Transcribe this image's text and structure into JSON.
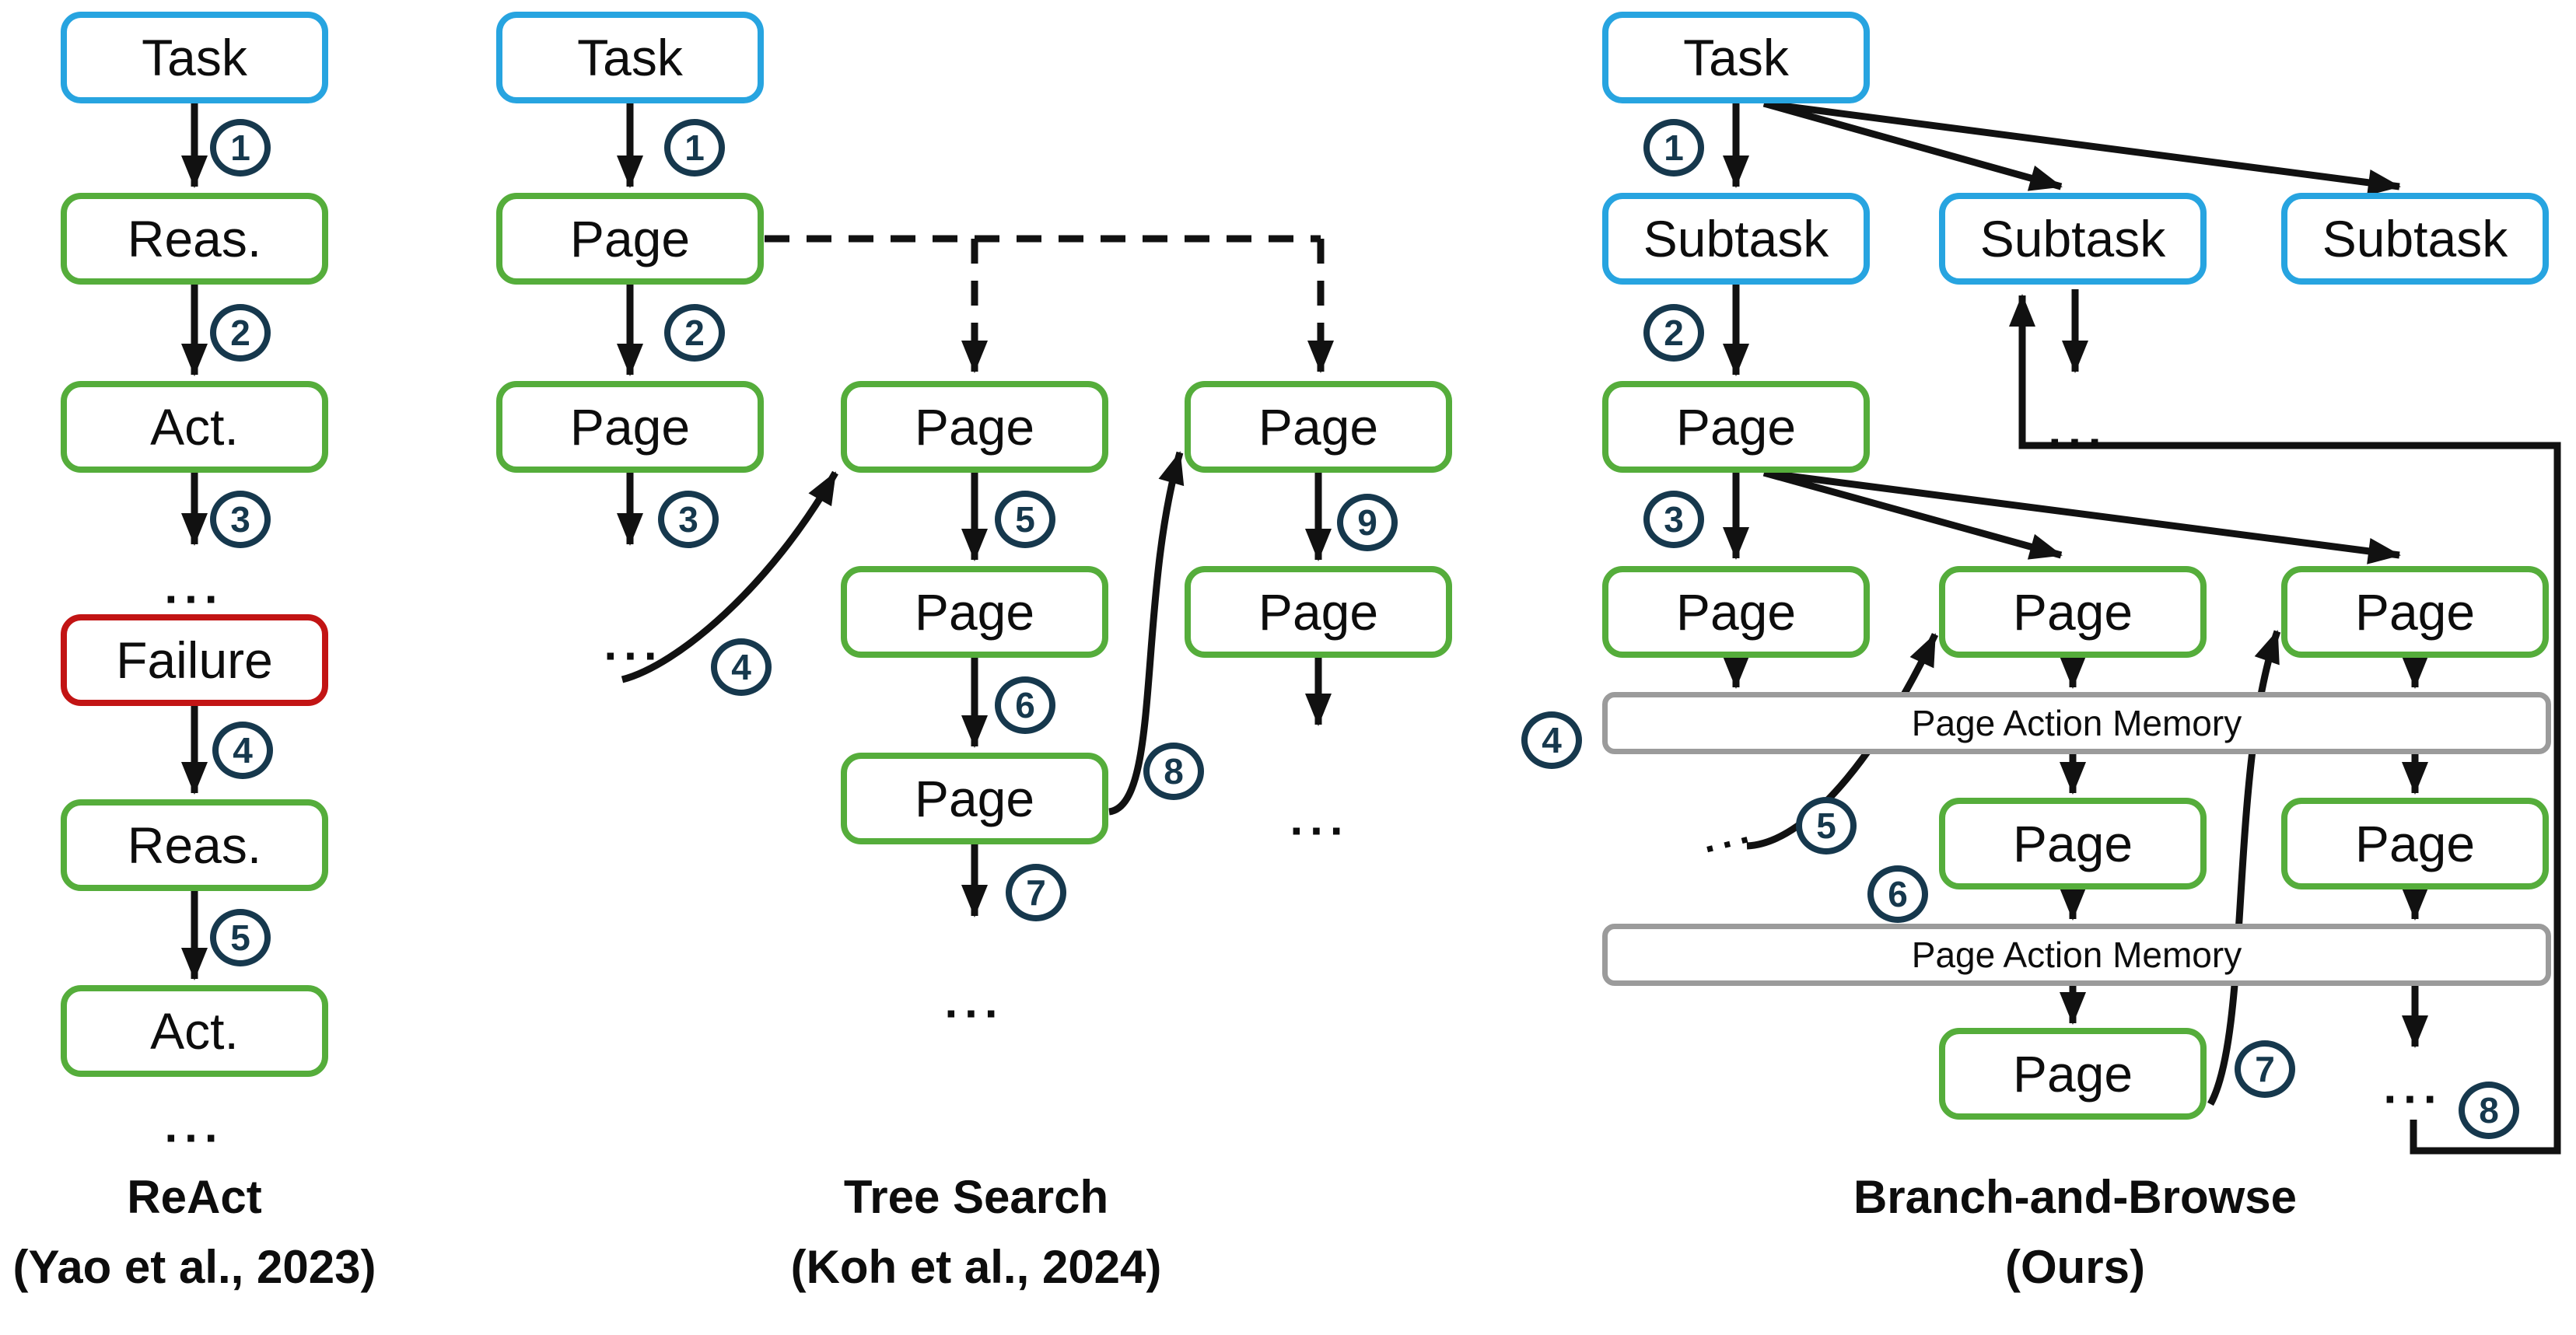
{
  "colors": {
    "task_border_blue": "#27A4E0",
    "page_border_green": "#55AD3B",
    "failure_border_red": "#C21414",
    "memory_border_gray": "#9B9B9B",
    "step_badge_navy": "#16384D",
    "arrow_black": "#111111"
  },
  "react": {
    "caption_line1": "ReAct",
    "caption_line2": "(Yao et al., 2023)",
    "nodes": {
      "task": "Task",
      "reason1": "Reas.",
      "act1": "Act.",
      "failure": "Failure",
      "reason2": "Reas.",
      "act2": "Act."
    },
    "steps": [
      "1",
      "2",
      "3",
      "4",
      "5"
    ],
    "ellipsis_mid": "...",
    "ellipsis_bottom": "..."
  },
  "tree_search": {
    "caption_line1": "Tree Search",
    "caption_line2": "(Koh et al., 2024)",
    "nodes": {
      "task": "Task",
      "page": "Page"
    },
    "steps": [
      "1",
      "2",
      "3",
      "4",
      "5",
      "6",
      "7",
      "8",
      "9"
    ],
    "ellipsis_root_branch": "...",
    "ellipsis_mid_branch": "...",
    "ellipsis_right_branch": "..."
  },
  "branch_and_browse": {
    "caption_line1": "Branch-and-Browse",
    "caption_line2": "(Ours)",
    "nodes": {
      "task": "Task",
      "subtask": "Subtask",
      "page": "Page",
      "memory": "Page Action Memory"
    },
    "steps": [
      "1",
      "2",
      "3",
      "4",
      "5",
      "6",
      "7",
      "8"
    ],
    "ellipsis_subtask_subtree": "...",
    "ellipsis_left_branch": "...",
    "ellipsis_right_branch": "..."
  }
}
